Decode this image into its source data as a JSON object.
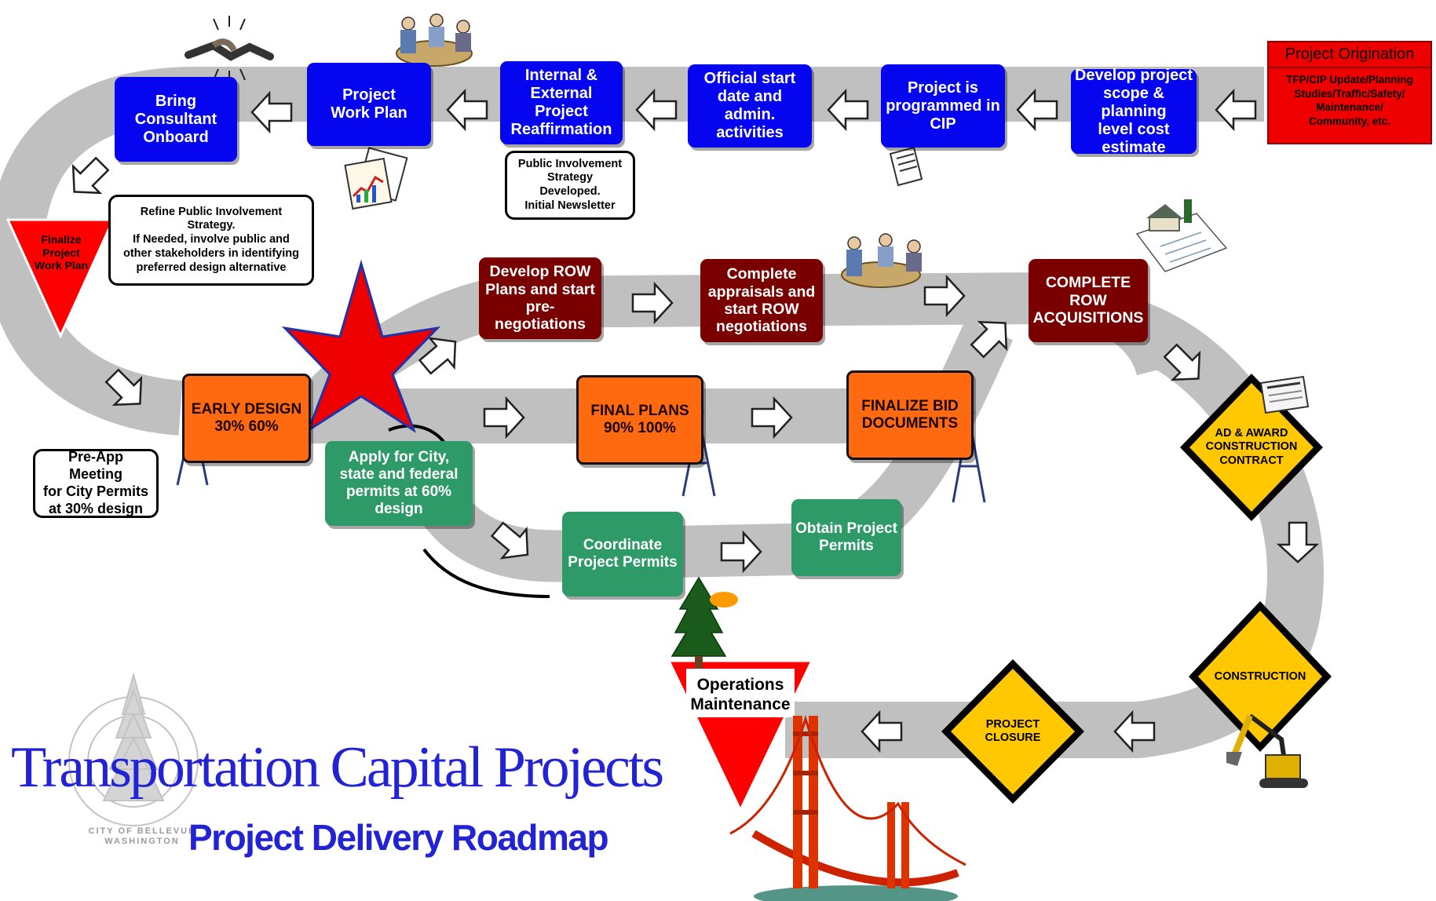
{
  "diagram": {
    "title": "Transportation Capital Projects",
    "subtitle": "Project Delivery Roadmap",
    "seal_text": "CITY OF BELLEVUE WASHINGTON",
    "colors": {
      "road": "#c0c0c0",
      "planning_steps": "#0505f0",
      "row_steps": "#7a0000",
      "design_steps": "#ff6a10",
      "permit_steps": "#2e9a68",
      "origination": "#ee0000",
      "construction_signs": "#ffc800",
      "yield_signs": "#ff0000",
      "title_text": "#2323d6"
    },
    "origination": {
      "title": "Project Origination",
      "detail": "TFP/CIP Update/Planning\nStudies/Traffic/Safety/\nMaintenance/\nCommunity, etc."
    },
    "planning_steps": [
      "Develop project\nscope & planning\nlevel cost\nestimate",
      "Project is\nprogrammed in\nCIP",
      "Official start\ndate and admin.\nactivities",
      "Internal &\nExternal Project\nReaffirmation",
      "Project\nWork Plan",
      "Bring\nConsultant\nOnboard"
    ],
    "yield_signs": {
      "work_plan": "Finalize\nProject\nWork Plan",
      "operations": "Operations\nMaintenance"
    },
    "notes": {
      "public_involvement": "Public Involvement\nStrategy\nDeveloped.\nInitial Newsletter",
      "refine_public": "Refine Public Involvement\nStrategy.\nIf Needed, involve public and\nother stakeholders in identifying\npreferred design alternative",
      "pre_app": "Pre-App Meeting\nfor City Permits\nat 30% design"
    },
    "row_steps": [
      "Develop ROW\nPlans and start\npre-negotiations",
      "Complete\nappraisals and\nstart ROW\nnegotiations",
      "COMPLETE\nROW\nACQUISITIONS"
    ],
    "design_steps": [
      "EARLY DESIGN\n30%   60%",
      "FINAL PLANS\n90%   100%",
      "FINALIZE BID\nDOCUMENTS"
    ],
    "permit_steps": [
      "Apply for City,\nstate and federal\npermits at 60%\ndesign",
      "Coordinate\nProject Permits",
      "Obtain Project\nPermits"
    ],
    "construction_signs": [
      "AD & AWARD\nCONSTRUCTION\nCONTRACT",
      "CONSTRUCTION",
      "PROJECT\nCLOSURE"
    ],
    "icons": [
      "handshake-icon",
      "meeting-icon",
      "charts-icon",
      "document-icon",
      "house-plan-icon",
      "meeting-icon",
      "compass-icon",
      "newspaper-icon",
      "tree-icon",
      "excavator-icon",
      "bridge-icon",
      "star-icon",
      "city-seal-icon"
    ]
  }
}
